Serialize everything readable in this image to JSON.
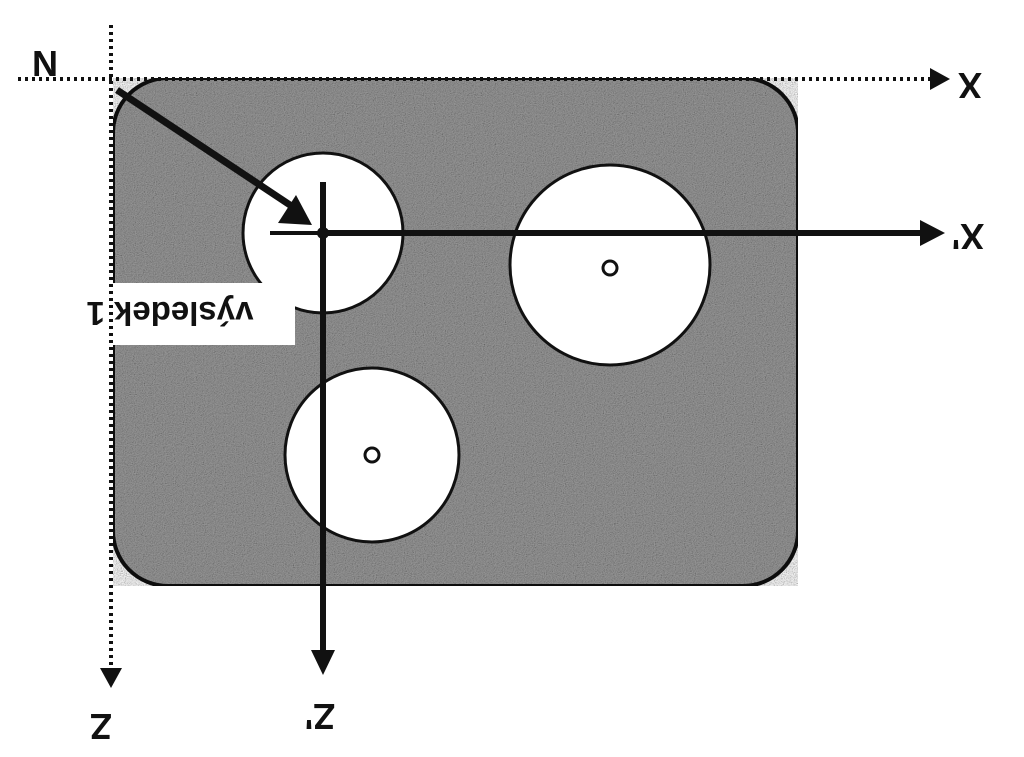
{
  "diagram": {
    "labels": {
      "origin_n": "N",
      "axis_x": "X",
      "axis_x_prime": "X'",
      "axis_z": "Z",
      "axis_z_prime": "Z'",
      "result_note": "výsledek 1"
    },
    "colors": {
      "ink": "#111111",
      "plate_fill": "#9a9a9a",
      "hole_fill": "#ffffff",
      "background": "#ffffff"
    }
  }
}
